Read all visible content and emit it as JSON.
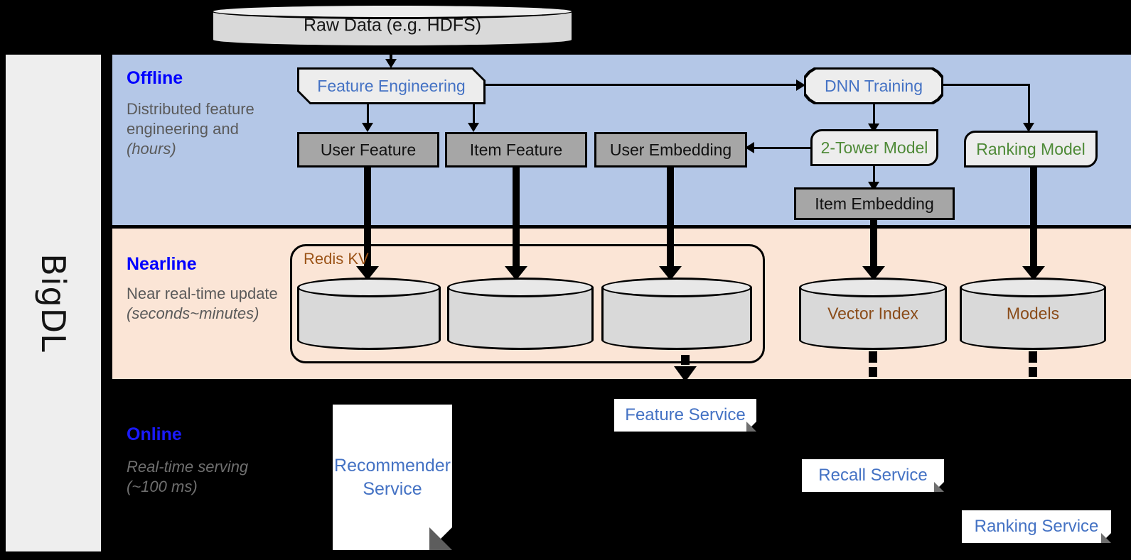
{
  "framework": {
    "name": "BigDL"
  },
  "source": {
    "label": "Raw Data (e.g. HDFS)"
  },
  "bands": {
    "offline": {
      "label": "Offline",
      "description": "Distributed feature engineering and ",
      "description_italic": "(hours)",
      "bg_color": "#b4c7e7",
      "label_color": "#0000ff"
    },
    "nearline": {
      "label": "Nearline",
      "description": "Near real-time update ",
      "description_italic": "(seconds~minutes)",
      "bg_color": "#fbe5d6",
      "label_color": "#0000ff"
    },
    "online": {
      "label": "Online",
      "description": "Real-time serving ",
      "description_italic": "(~100 ms)",
      "bg_color": "#000000",
      "label_color": "#1a1aff"
    }
  },
  "offline_nodes": {
    "feature_engineering": "Feature Engineering",
    "dnn_training": "DNN Training",
    "user_feature": "User Feature",
    "item_feature": "Item Feature",
    "user_embedding": "User Embedding",
    "two_tower_model": "2-Tower Model",
    "ranking_model": "Ranking Model",
    "item_embedding": "Item Embedding"
  },
  "nearline_nodes": {
    "redis_group_label": "Redis KV",
    "store_user_feature": "",
    "store_item_feature": "",
    "store_user_embedding": "",
    "vector_index": "Vector Index",
    "models": "Models"
  },
  "online_nodes": {
    "recommender_service": "Recommender Service",
    "feature_service": "Feature Service",
    "recall_service": "Recall Service",
    "ranking_service": "Ranking Service"
  },
  "colors": {
    "offline_band": "#b4c7e7",
    "nearline_band": "#fbe5d6",
    "online_band": "#000000",
    "grey_box": "#a6a6a6",
    "proc_box": "#ededed",
    "accent_blue": "#4472c4",
    "accent_green": "#4e8a37",
    "accent_brown": "#9c5418",
    "label_blue": "#0000ff",
    "muted_text": "#5a5a5a",
    "rail_bg": "#eeeeee"
  }
}
